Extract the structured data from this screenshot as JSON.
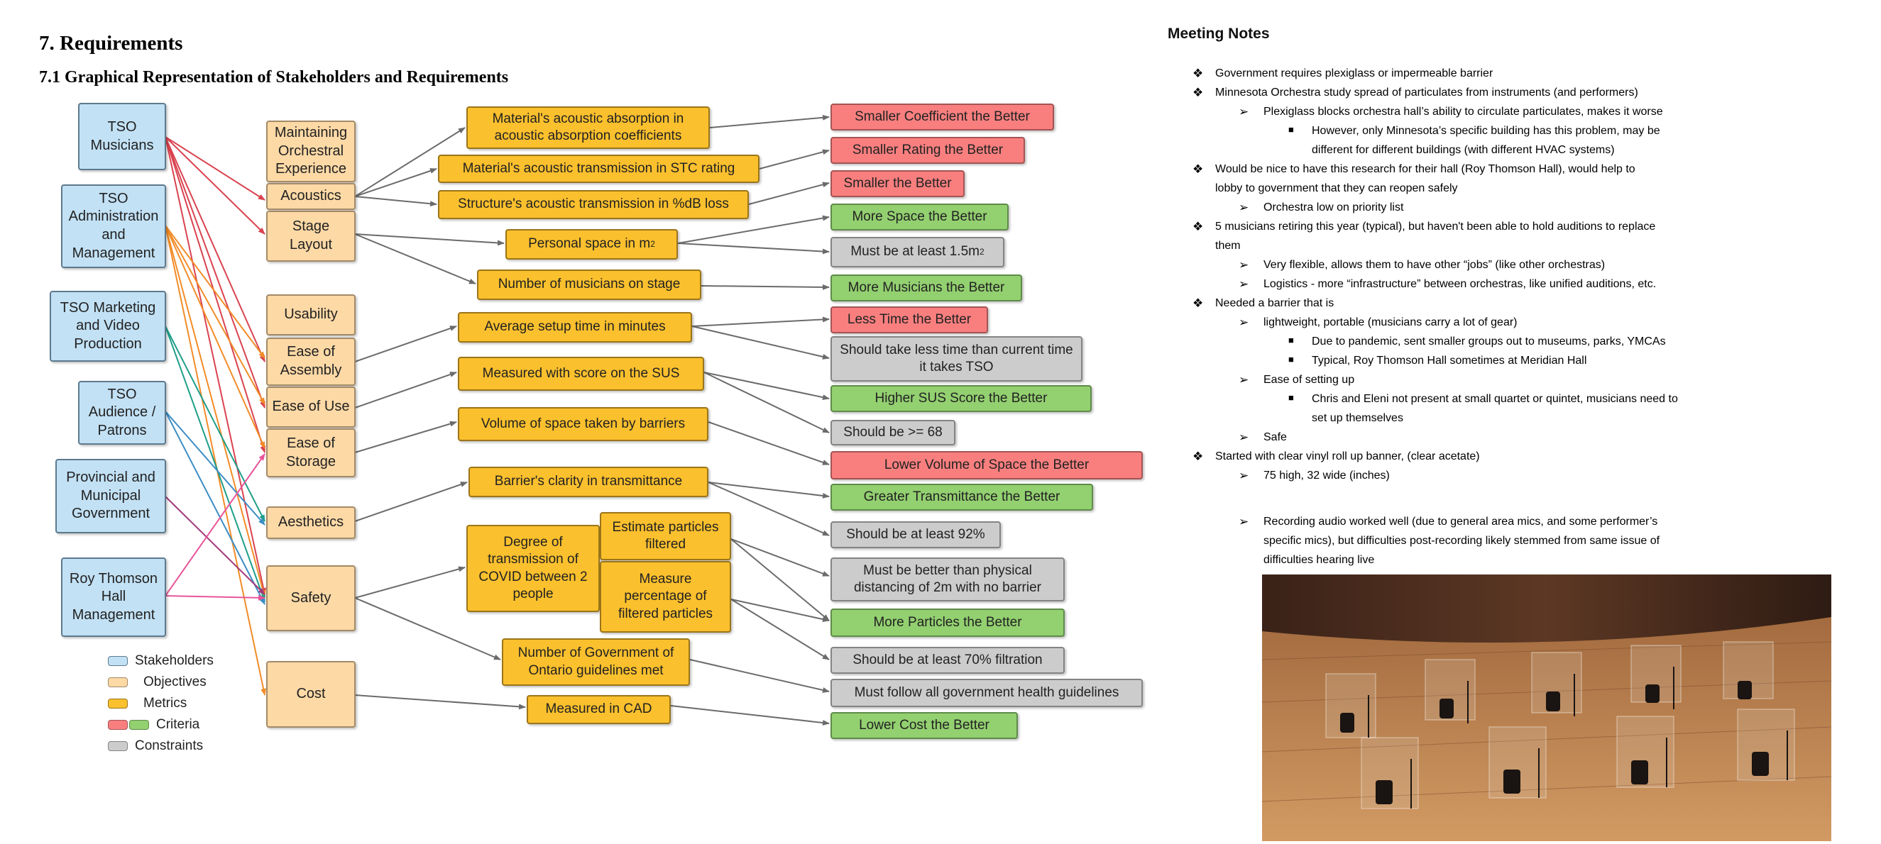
{
  "heading": "7. Requirements",
  "subheading": "7.1 Graphical Representation of Stakeholders and Requirements",
  "stakeholders": [
    "TSO Musicians",
    "TSO Administration and Management",
    "TSO Marketing and Video Production",
    "TSO Audience / Patrons",
    "Provincial and Municipal Government",
    "Roy Thomson Hall Management"
  ],
  "objectives": [
    "Maintaining Orchestral Experience",
    "Acoustics",
    "Stage Layout",
    "Usability",
    "Ease of Assembly",
    "Ease of Use",
    "Ease of Storage",
    "Aesthetics",
    "Safety",
    "Cost"
  ],
  "metrics": {
    "absorption": "Material's acoustic absorption in acoustic absorption coefficients",
    "transmission_stc": "Material's acoustic transmission in STC rating",
    "structure": "Structure's acoustic transmission in %dB loss",
    "personal_space": "Personal space in m",
    "personal_space_sup": "2",
    "musicians": "Number of musicians on stage",
    "setup": "Average setup time in minutes",
    "sus": "Measured with score on the SUS",
    "volume": "Volume of space taken by barriers",
    "clarity": "Barrier's clarity in transmittance",
    "degree": "Degree of transmission of COVID between 2 people",
    "estimate": "Estimate particles filtered",
    "measure_pct": "Measure percentage of filtered particles",
    "gov_guidelines": "Number of Government of Ontario guidelines met",
    "cad": "Measured in CAD"
  },
  "criteria": {
    "smaller_coefficient": "Smaller Coefficient the Better",
    "smaller_rating": "Smaller Rating the Better",
    "smaller": "Smaller the Better",
    "more_space": "More Space the Better",
    "more_musicians": "More Musicians the Better",
    "less_time": "Less Time the Better",
    "higher_sus": "Higher SUS Score the Better",
    "lower_volume": "Lower Volume of Space the Better",
    "greater_transmittance": "Greater Transmittance the Better",
    "more_particles": "More Particles the Better",
    "lower_cost": "Lower Cost the Better"
  },
  "constraints": {
    "min_space": "Must be at least 1.5m",
    "min_space_sup": "2",
    "setup_time": "Should take less time than current time it takes TSO",
    "sus_min": "Should be >= 68",
    "clarity_min": "Should be at least 92%",
    "distancing": "Must be better than physical distancing of 2m with no barrier",
    "filtration": "Should be at least 70% filtration",
    "guidelines": "Must follow all government health guidelines"
  },
  "legend": [
    "Stakeholders",
    "Objectives",
    "Metrics",
    "Criteria",
    "Constraints"
  ],
  "colors": {
    "stakeholder": "#c2e1f5",
    "objective": "#fdd9a6",
    "metric": "#fbc02d",
    "criteria_red": "#f97f7f",
    "criteria_green": "#93d070",
    "constraint": "#cccccc",
    "edge_musicians": "#d9434f",
    "edge_admin": "#f28c28",
    "edge_marketing": "#1f9e89",
    "edge_audience": "#3c8dc5",
    "edge_government": "#a23a7a",
    "edge_rth": "#e8559a",
    "edge_gray": "#6b6b6b"
  },
  "notes": {
    "title": "Meeting Notes",
    "lines": [
      "Government requires plexiglass or impermeable barrier",
      "Minnesota Orchestra study spread of particulates from instruments (and performers)",
      "Plexiglass blocks orchestra hall’s ability to circulate particulates, makes it worse",
      "However, only Minnesota’s specific building has this problem, may be",
      "different for different buildings (with different HVAC systems)",
      "Would be nice to have this research for their hall (Roy Thomson Hall), would help to",
      "lobby to government that they can reopen safely",
      "Orchestra low on priority list",
      "5 musicians retiring this year (typical), but haven't been able to hold auditions to replace",
      "them",
      "Very flexible, allows them to have other “jobs” (like other orchestras)",
      "Logistics - more “infrastructure” between orchestras, like unified auditions, etc.",
      "Needed a barrier that is",
      "lightweight, portable (musicians carry a lot of gear)",
      "Due to pandemic, sent smaller groups out to museums, parks, YMCAs",
      "Typical, Roy Thomson Hall sometimes at Meridian Hall",
      "Ease of setting up",
      "Chris and Eleni not present at small quartet or quintet, musicians need to",
      "set up themselves",
      "Safe",
      "Started with clear vinyl roll up banner, (clear acetate)",
      "75 high, 32 wide (inches)",
      "Recording audio worked well (due to general area mics, and some performer’s",
      "specific mics), but difficulties post-recording likely stemmed from same issue of",
      "difficulties hearing live"
    ]
  }
}
